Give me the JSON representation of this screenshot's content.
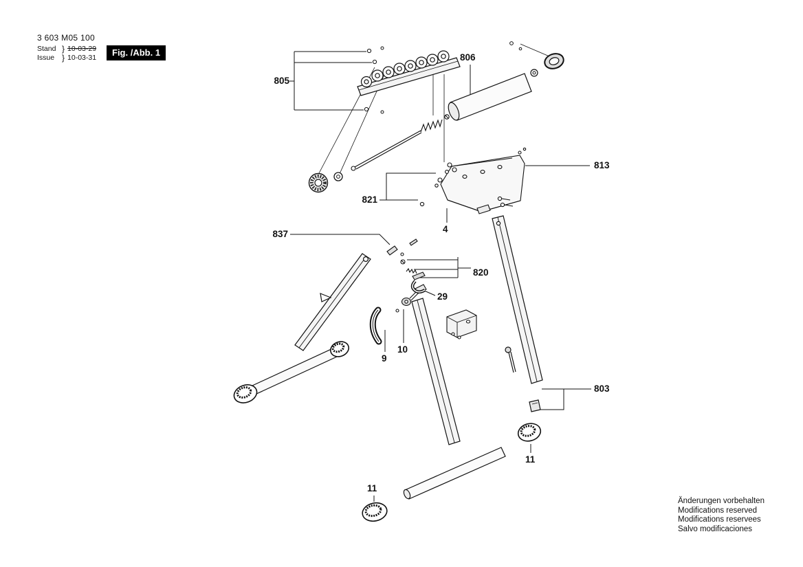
{
  "header": {
    "part_number": "3 603 M05 100",
    "stand_label": "Stand",
    "stand_brace": "}",
    "stand_date": "10-03-29",
    "issue_label": "Issue",
    "issue_brace": "}",
    "issue_date": "10-03-31",
    "figure_label": "Fig. /Abb. 1"
  },
  "labels": [
    {
      "id": "805"
    },
    {
      "id": "806"
    },
    {
      "id": "813"
    },
    {
      "id": "821"
    },
    {
      "id": "4"
    },
    {
      "id": "837"
    },
    {
      "id": "820"
    },
    {
      "id": "29"
    },
    {
      "id": "10"
    },
    {
      "id": "9"
    },
    {
      "id": "803"
    },
    {
      "id": "11"
    },
    {
      "id": "11"
    }
  ],
  "footer": {
    "lines": [
      "Änderungen vorbehalten",
      "Modifications reserved",
      "Modifications reservees",
      "Salvo modificaciones"
    ]
  },
  "colors": {
    "line": "#111111",
    "fill_light": "#f5f5f5",
    "figbox_bg": "#000000",
    "figbox_text": "#ffffff"
  }
}
